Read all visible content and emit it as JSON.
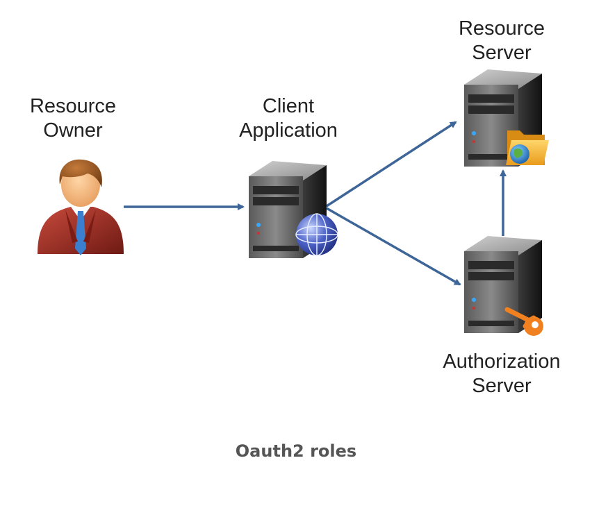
{
  "nodes": {
    "resource_owner": {
      "line1": "Resource",
      "line2": "Owner",
      "icon": "person-icon"
    },
    "client_application": {
      "line1": "Client",
      "line2": "Application",
      "icon": "server-globe-icon"
    },
    "resource_server": {
      "line1": "Resource",
      "line2": "Server",
      "icon": "server-folder-icon"
    },
    "authorization_server": {
      "line1": "Authorization",
      "line2": "Server",
      "icon": "server-key-icon"
    }
  },
  "caption": "Oauth2 roles",
  "colors": {
    "arrow": "#3d6597",
    "server_body": "#2e2e2e",
    "person_suit": "#9e2a1f",
    "person_tie": "#3b7fd0",
    "key": "#f08020",
    "folder": "#f4b42e",
    "text": "#222222",
    "caption": "#555555"
  }
}
